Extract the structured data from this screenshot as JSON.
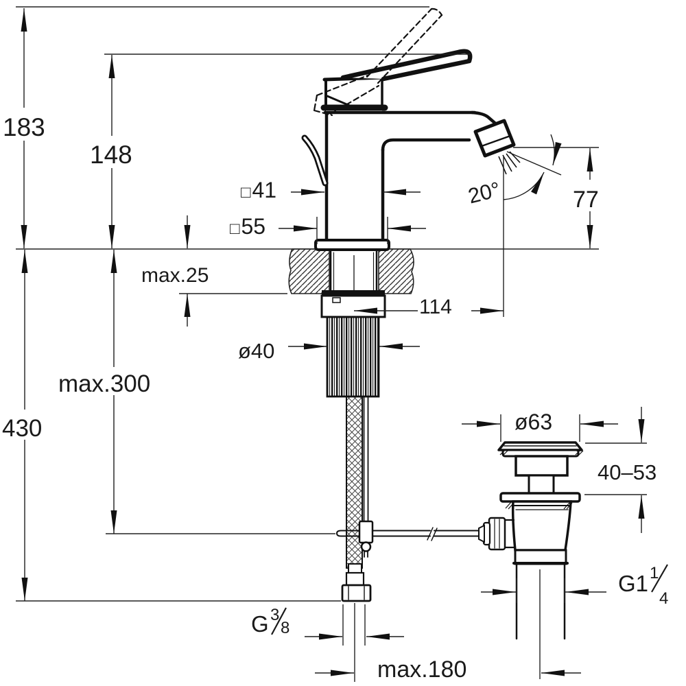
{
  "labels": {
    "total_height": "183",
    "spout_height": "148",
    "body_square": {
      "prefix": "□",
      "value": "41"
    },
    "base_square": {
      "prefix": "□",
      "value": "55"
    },
    "deck_thickness": "max.25",
    "spout_reach": "114",
    "shank_dia": "ø40",
    "hose_clearance": "max.300",
    "supply_length": "430",
    "spray_height": "77",
    "spray_angle": "20°",
    "waste_flange_dia": "ø63",
    "waste_clamp_range": "40–53",
    "waste_offset": "max.180",
    "supply_thread": {
      "prefix": "G",
      "numerator": "3",
      "denominator": "8"
    },
    "waste_thread": {
      "prefix": "G1",
      "numerator": "1",
      "denominator": "4"
    }
  }
}
